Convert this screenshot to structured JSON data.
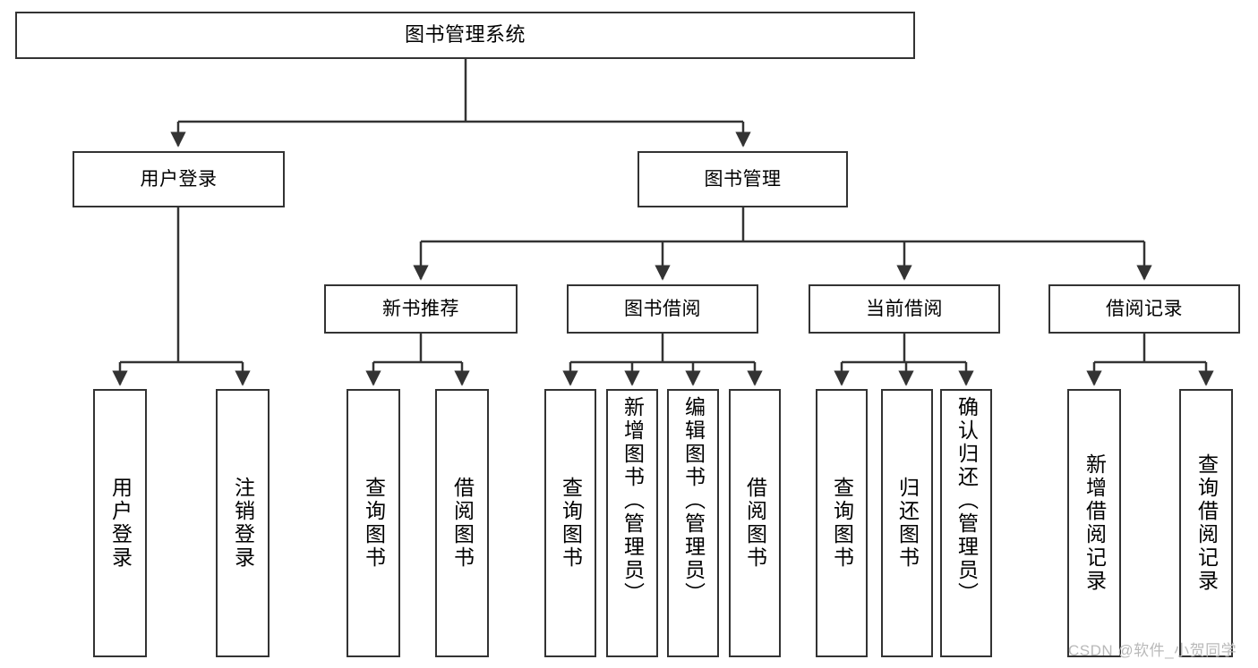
{
  "diagram": {
    "type": "tree-hierarchy",
    "title": "图书管理系统",
    "stroke_color": "#333333",
    "fill_color": "#ffffff",
    "text_color": "#000000",
    "watermark": "CSDN @软件_小贺同学",
    "watermark_color": "#b9b9b9",
    "levels": 4
  },
  "nodes": {
    "root": {
      "label": "图书管理系统",
      "level": 1
    },
    "l2": [
      {
        "id": "user-login",
        "label": "用户登录",
        "level": 2
      },
      {
        "id": "book-manage",
        "label": "图书管理",
        "level": 2
      }
    ],
    "l3": [
      {
        "id": "new-book-recommend",
        "label": "新书推荐",
        "level": 3,
        "parent": "book-manage"
      },
      {
        "id": "book-borrow",
        "label": "图书借阅",
        "level": 3,
        "parent": "book-manage"
      },
      {
        "id": "current-borrow",
        "label": "当前借阅",
        "level": 3,
        "parent": "book-manage"
      },
      {
        "id": "borrow-record",
        "label": "借阅记录",
        "level": 3,
        "parent": "book-manage"
      }
    ],
    "leaves": {
      "user_login": [
        {
          "id": "leaf-user-login",
          "label": "用户登录"
        },
        {
          "id": "leaf-logout",
          "label": "注销登录"
        }
      ],
      "new_book_recommend": [
        {
          "id": "leaf-query-book-1",
          "label": "查询图书"
        },
        {
          "id": "leaf-borrow-book-1",
          "label": "借阅图书"
        }
      ],
      "book_borrow": [
        {
          "id": "leaf-query-book-2",
          "label": "查询图书"
        },
        {
          "id": "leaf-add-book",
          "label": "新增图书（管理员）"
        },
        {
          "id": "leaf-edit-book",
          "label": "编辑图书（管理员）"
        },
        {
          "id": "leaf-borrow-book-2",
          "label": "借阅图书"
        }
      ],
      "current_borrow": [
        {
          "id": "leaf-query-book-3",
          "label": "查询图书"
        },
        {
          "id": "leaf-return-book",
          "label": "归还图书"
        },
        {
          "id": "leaf-confirm-return",
          "label": "确认归还（管理员）"
        }
      ],
      "borrow_record": [
        {
          "id": "leaf-add-record",
          "label": "新增借阅记录"
        },
        {
          "id": "leaf-query-record",
          "label": "查询借阅记录"
        }
      ]
    }
  }
}
